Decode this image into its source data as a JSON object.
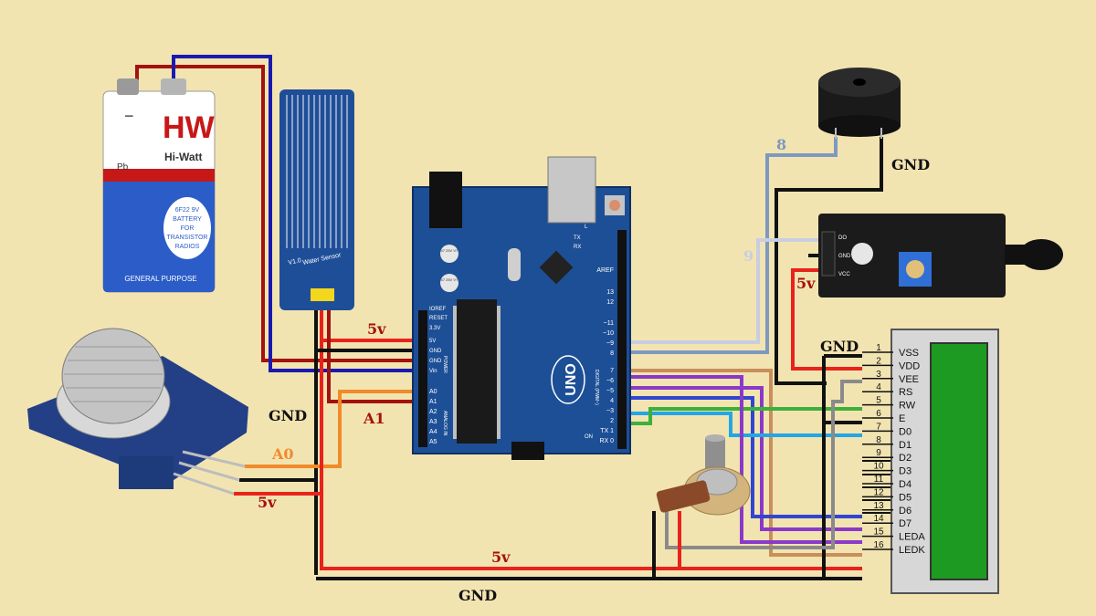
{
  "battery": {
    "brand_logo": "HW",
    "brand_name": "Hi-Watt",
    "minus_sign": "−",
    "pb_mark": "Pb",
    "label_line1": "6F22 9V",
    "label_line2": "BATTERY",
    "label_line3": "FOR",
    "label_line4": "TRANSISTOR",
    "label_line5": "RADIOS",
    "footer": "GENERAL PURPOSE"
  },
  "water_sensor": {
    "label": "Water Sensor",
    "version": "V1.0"
  },
  "arduino": {
    "board_name": "UNO",
    "power_pins": [
      "IOREF",
      "RESET",
      "3.3V",
      "5V",
      "GND",
      "GND",
      "Vin"
    ],
    "analog_pins": [
      "A0",
      "A1",
      "A2",
      "A3",
      "A4",
      "A5"
    ],
    "digital_pins": [
      "13",
      "12",
      "~11",
      "~10",
      "~9",
      "8",
      "7",
      "~6",
      "~5",
      "4",
      "~3",
      "2",
      "TX 1",
      "RX 0"
    ],
    "aref": "AREF",
    "power_header": "POWER",
    "analog_header": "ANALOG IN",
    "digital_header": "DIGITAL (PWM~)",
    "cap1": "47 25V VT",
    "cap2": "47 25V VT",
    "on_label": "ON",
    "l_label": "L",
    "tx_label": "TX",
    "rx_label": "RX"
  },
  "flame_sensor": {
    "pins": [
      "DO",
      "GND",
      "VCC"
    ]
  },
  "lcd": {
    "pins": [
      {
        "num": "1",
        "name": "VSS"
      },
      {
        "num": "2",
        "name": "VDD"
      },
      {
        "num": "3",
        "name": "VEE"
      },
      {
        "num": "4",
        "name": "RS"
      },
      {
        "num": "5",
        "name": "RW"
      },
      {
        "num": "6",
        "name": "E"
      },
      {
        "num": "7",
        "name": "D0"
      },
      {
        "num": "8",
        "name": "D1"
      },
      {
        "num": "9",
        "name": "D2"
      },
      {
        "num": "10",
        "name": "D3"
      },
      {
        "num": "11",
        "name": "D4"
      },
      {
        "num": "12",
        "name": "D5"
      },
      {
        "num": "13",
        "name": "D6"
      },
      {
        "num": "14",
        "name": "D7"
      },
      {
        "num": "15",
        "name": "LEDA"
      },
      {
        "num": "16",
        "name": "LEDK"
      }
    ]
  },
  "labels": {
    "gnd_bottom": "GND",
    "gnd_left": "GND",
    "gnd_buzzer": "GND",
    "gnd_lcd": "GND",
    "v5_top": "5v",
    "v5_left": "5v",
    "v5_bottom": "5v",
    "v5_flame": "5v",
    "a0": "A0",
    "a1": "A1",
    "pin8": "8",
    "pin9": "9"
  },
  "colors": {
    "background": "#f2e4b1",
    "red": "#e8231c",
    "dark_red": "#a3120e",
    "navy": "#1a1ab0",
    "black": "#111111",
    "orange": "#f08a2a",
    "light_grey": "#c9cde0",
    "steel_blue": "#7f98bf",
    "grey": "#8a8a8a",
    "tan": "#c98e5a",
    "violet": "#8a39c8",
    "blue": "#3046d0",
    "green": "#3bb13b",
    "cyan": "#23a6e6",
    "lcd_screen": "#1d9a21",
    "board": "#1d4f96"
  }
}
